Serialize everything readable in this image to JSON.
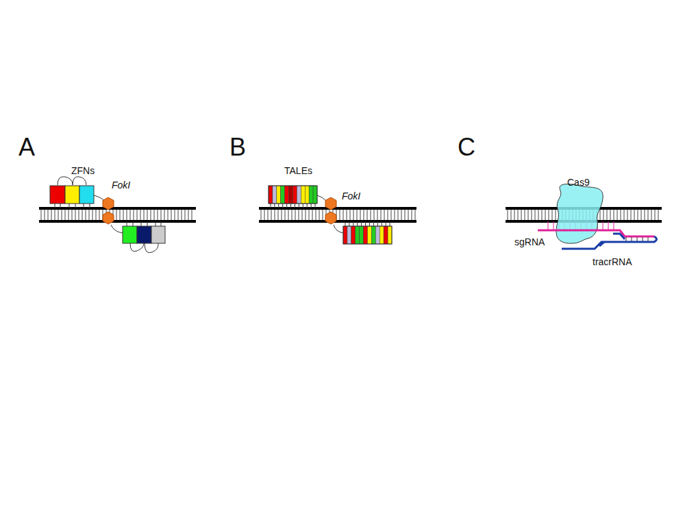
{
  "diagram": {
    "labels": [
      "A",
      "B",
      "C",
      "ZFNs",
      "FokI",
      "TALEs",
      "FokI",
      "Cas9",
      "sgRNA",
      "tracrRNA"
    ]
  }
}
